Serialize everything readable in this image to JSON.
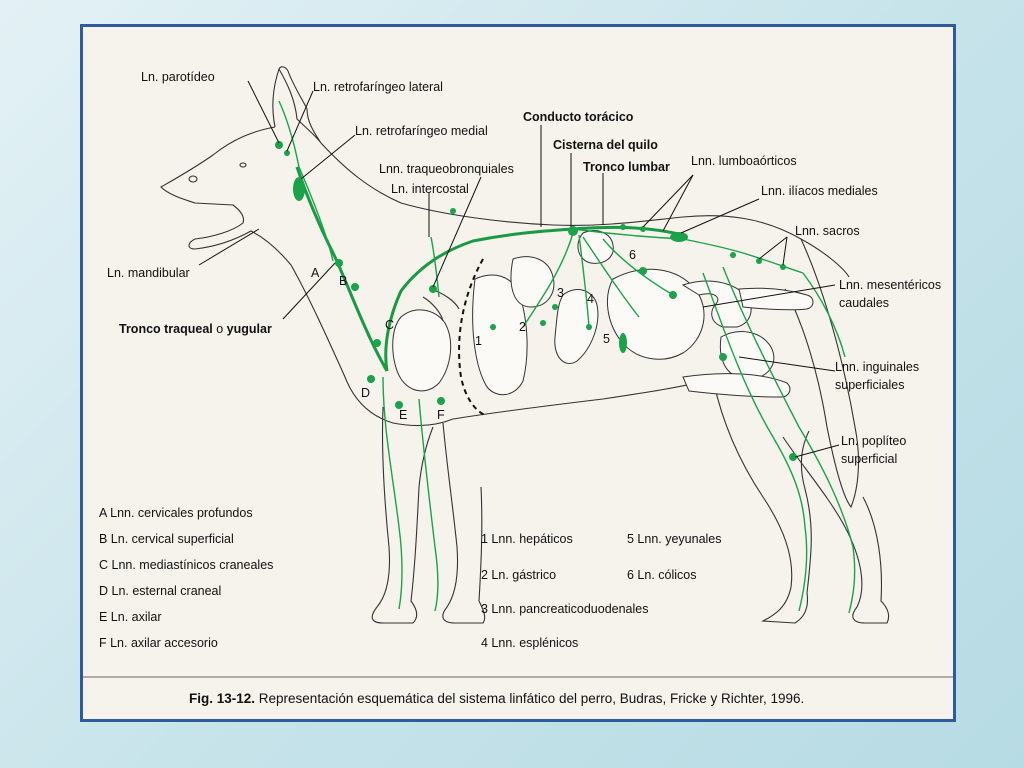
{
  "figure": {
    "caption_label": "Fig. 13-12.",
    "caption_text": " Representación esquemática del sistema linfático del perro, Budras, Fricke y Richter, 1996.",
    "labels": {
      "parotideo": "Ln. parotídeo",
      "retro_lateral": "Ln. retrofaríngeo lateral",
      "retro_medial": "Ln. retrofaríngeo medial",
      "traqueobronquiales": "Lnn. traqueobronquiales",
      "intercostal": "Ln. intercostal",
      "conducto_toracico": "Conducto torácico",
      "cisterna_quilo": "Cisterna del quilo",
      "tronco_lumbar": "Tronco lumbar",
      "lumboaorticos": "Lnn. lumboaórticos",
      "iliacos_mediales": "Lnn. ilíacos mediales",
      "sacros": "Lnn. sacros",
      "mesentericos_line1": "Lnn. mesentéricos",
      "mesentericos_line2": "caudales",
      "inguinales_line1": "Lnn. inguinales",
      "inguinales_line2": "superficiales",
      "popliteo_line1": "Ln. poplíteo",
      "popliteo_line2": "superficial",
      "mandibular": "Ln. mandibular",
      "tronco_traqueal_a": "Tronco traqueal ",
      "tronco_traqueal_b": "o",
      "tronco_traqueal_c": " yugular"
    },
    "letters": [
      "A",
      "B",
      "C",
      "D",
      "E",
      "F"
    ],
    "numbers": [
      "1",
      "2",
      "3",
      "4",
      "5",
      "6"
    ],
    "legend_letters": [
      "A  Lnn. cervicales profundos",
      "B  Ln. cervical superficial",
      "C  Lnn. mediastínicos craneales",
      "D  Ln. esternal craneal",
      "E  Ln. axilar",
      "F  Ln. axilar accesorio"
    ],
    "legend_numbers_col1": [
      "1  Lnn. hepáticos",
      "2  Ln. gástrico",
      "3  Lnn. pancreaticoduodenales",
      "4  Lnn. esplénicos"
    ],
    "legend_numbers_col2": [
      "5  Lnn. yeyunales",
      "6  Ln. cólicos"
    ]
  },
  "colors": {
    "lymph": "#1aa34a",
    "frame": "#2d5c9e",
    "paper": "#f6f2ec"
  }
}
